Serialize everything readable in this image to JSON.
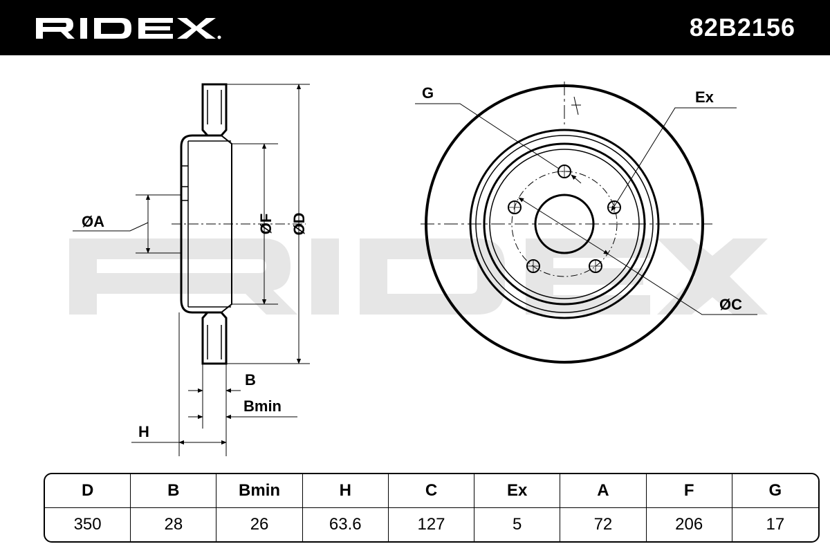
{
  "header": {
    "brand": "RIDEX",
    "part_number": "82B2156"
  },
  "labels": {
    "diameter_a": "ØA",
    "diameter_f": "ØF",
    "diameter_d": "ØD",
    "thickness_b": "B",
    "thickness_bmin": "Bmin",
    "height_h": "H",
    "bolt_hole_g": "G",
    "offset_ex": "Ex",
    "pitch_circle_c": "ØC"
  },
  "specs": [
    {
      "label": "D",
      "value": "350"
    },
    {
      "label": "B",
      "value": "28"
    },
    {
      "label": "Bmin",
      "value": "26"
    },
    {
      "label": "H",
      "value": "63.6"
    },
    {
      "label": "C",
      "value": "127"
    },
    {
      "label": "Ex",
      "value": "5"
    },
    {
      "label": "A",
      "value": "72"
    },
    {
      "label": "F",
      "value": "206"
    },
    {
      "label": "G",
      "value": "17"
    }
  ],
  "colors": {
    "header_bg": "#000000",
    "header_text": "#ffffff",
    "watermark": "#e6e6e6",
    "line": "#000000"
  }
}
